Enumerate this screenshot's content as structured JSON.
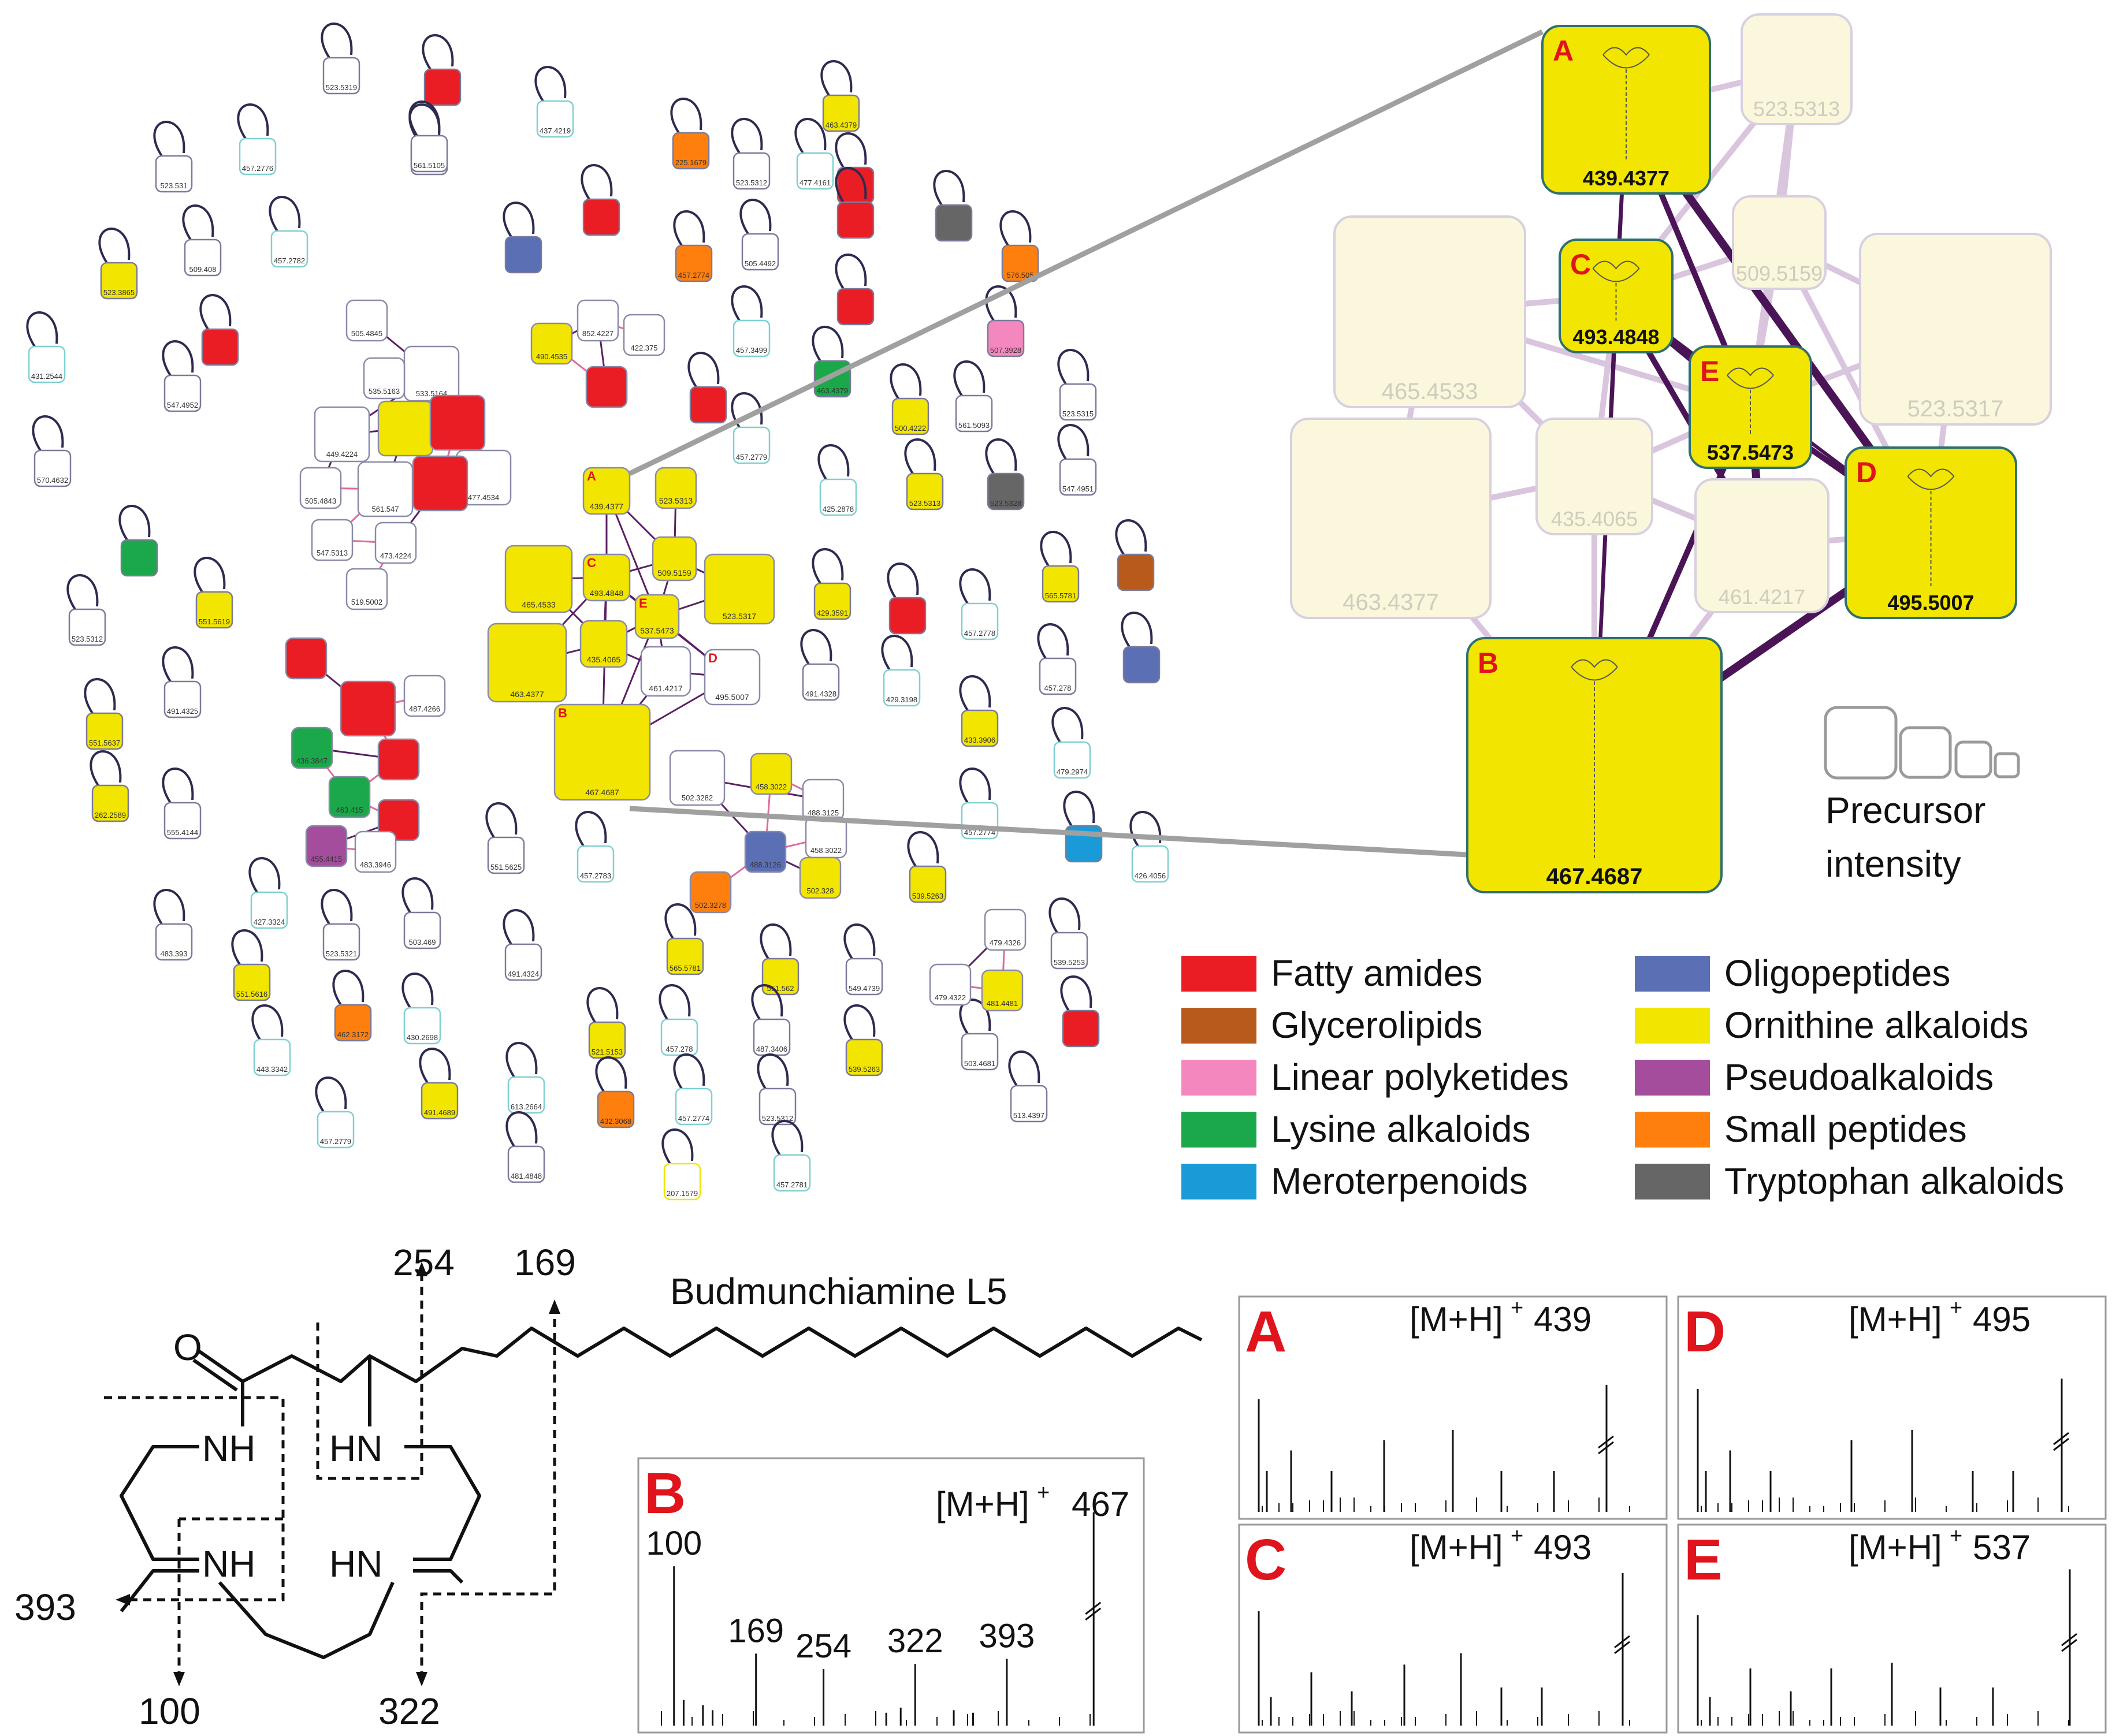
{
  "network": {
    "singletons": [
      {
        "label": "523.5319",
        "color": "#ffffff",
        "border": "#7a7a9a"
      },
      {
        "label": "",
        "color": "#ea1c24",
        "border": "#7a7a9a"
      },
      {
        "label": "437.4219",
        "color": "#ffffff",
        "border": "#7fd0d0"
      },
      {
        "label": "463.4379",
        "color": "#f2e500",
        "border": "#7a7a9a"
      },
      {
        "label": "457.2776",
        "color": "#ffffff",
        "border": "#7fd0d0"
      },
      {
        "label": "457.2781",
        "color": "#ffffff",
        "border": "#7a7a9a"
      },
      {
        "label": "561.5105",
        "color": "#ffffff",
        "border": "#7a7a9a"
      },
      {
        "label": "225.1679",
        "color": "#ff7f0e",
        "border": "#7a7a9a"
      },
      {
        "label": "477.4161",
        "color": "#ffffff",
        "border": "#7fd0d0"
      },
      {
        "label": "523.531",
        "color": "#ffffff",
        "border": "#7a7a9a"
      },
      {
        "label": "523.5312",
        "color": "#ffffff",
        "border": "#7a7a9a"
      },
      {
        "label": "",
        "color": "#ea1c24",
        "border": "#7a7a9a"
      },
      {
        "label": "457.2782",
        "color": "#ffffff",
        "border": "#7fd0d0"
      },
      {
        "label": "",
        "color": "#ea1c24",
        "border": "#7a7a9a"
      },
      {
        "label": "",
        "color": "#ea1c24",
        "border": "#7a7a9a"
      },
      {
        "label": "",
        "color": "#666666",
        "border": "#7a7a9a"
      },
      {
        "label": "509.408",
        "color": "#ffffff",
        "border": "#7a7a9a"
      },
      {
        "label": "",
        "color": "#5b6fb4",
        "border": "#7a7a9a"
      },
      {
        "label": "457.2774",
        "color": "#ff7f0e",
        "border": "#7a7a9a"
      },
      {
        "label": "505.4492",
        "color": "#ffffff",
        "border": "#7a7a9a"
      },
      {
        "label": "576.505",
        "color": "#ff7f0e",
        "border": "#7a7a9a"
      },
      {
        "label": "523.3865",
        "color": "#f2e500",
        "border": "#7a7a9a"
      },
      {
        "label": "",
        "color": "#ea1c24",
        "border": "#7a7a9a"
      },
      {
        "label": "",
        "color": "#ea1c24",
        "border": "#7a7a9a"
      },
      {
        "label": "457.3499",
        "color": "#ffffff",
        "border": "#7fd0d0"
      },
      {
        "label": "507.3928",
        "color": "#f488be",
        "border": "#7a7a9a"
      },
      {
        "label": "431.2544",
        "color": "#ffffff",
        "border": "#7fd0d0"
      },
      {
        "label": "463.4379",
        "color": "#1ba84a",
        "border": "#7a7a9a"
      },
      {
        "label": "547.4952",
        "color": "#ffffff",
        "border": "#7a7a9a"
      },
      {
        "label": "",
        "color": "#ea1c24",
        "border": "#7a7a9a"
      },
      {
        "label": "500.4222",
        "color": "#f2e500",
        "border": "#7a7a9a"
      },
      {
        "label": "561.5093",
        "color": "#ffffff",
        "border": "#7a7a9a"
      },
      {
        "label": "523.5315",
        "color": "#ffffff",
        "border": "#7a7a9a"
      },
      {
        "label": "457.2779",
        "color": "#ffffff",
        "border": "#7fd0d0"
      },
      {
        "label": "570.4632",
        "color": "#ffffff",
        "border": "#7a7a9a"
      },
      {
        "label": "425.2878",
        "color": "#ffffff",
        "border": "#7fd0d0"
      },
      {
        "label": "523.5313",
        "color": "#f2e500",
        "border": "#7a7a9a"
      },
      {
        "label": "523.5328",
        "color": "#666666",
        "border": "#7a7a9a"
      },
      {
        "label": "547.4951",
        "color": "#ffffff",
        "border": "#7a7a9a"
      },
      {
        "label": "",
        "color": "#1ba84a",
        "border": "#7a7a9a"
      },
      {
        "label": "",
        "color": "#b85a1c",
        "border": "#7a7a9a"
      },
      {
        "label": "551.5619",
        "color": "#f2e500",
        "border": "#7a7a9a"
      },
      {
        "label": "565.5781",
        "color": "#f2e500",
        "border": "#7a7a9a"
      },
      {
        "label": "429.3591",
        "color": "#f2e500",
        "border": "#7a7a9a"
      },
      {
        "label": "",
        "color": "#ea1c24",
        "border": "#7a7a9a"
      },
      {
        "label": "457.2778",
        "color": "#ffffff",
        "border": "#7fd0d0"
      },
      {
        "label": "523.5312",
        "color": "#ffffff",
        "border": "#7a7a9a"
      },
      {
        "label": "",
        "color": "#5b6fb4",
        "border": "#7a7a9a"
      },
      {
        "label": "491.4325",
        "color": "#ffffff",
        "border": "#7a7a9a"
      },
      {
        "label": "491.4328",
        "color": "#ffffff",
        "border": "#7a7a9a"
      },
      {
        "label": "429.3198",
        "color": "#ffffff",
        "border": "#7fd0d0"
      },
      {
        "label": "457.278",
        "color": "#ffffff",
        "border": "#7a7a9a"
      },
      {
        "label": "551.5637",
        "color": "#f2e500",
        "border": "#7a7a9a"
      },
      {
        "label": "433.3906",
        "color": "#f2e500",
        "border": "#7a7a9a"
      },
      {
        "label": "479.2974",
        "color": "#ffffff",
        "border": "#7fd0d0"
      },
      {
        "label": "262.2589",
        "color": "#f2e500",
        "border": "#7a7a9a"
      },
      {
        "label": "555.4144",
        "color": "#ffffff",
        "border": "#7a7a9a"
      },
      {
        "label": "457.2774",
        "color": "#ffffff",
        "border": "#7fd0d0"
      },
      {
        "label": "",
        "color": "#1a9bd7",
        "border": "#7a7a9a"
      },
      {
        "label": "426.4056",
        "color": "#ffffff",
        "border": "#7fd0d0"
      },
      {
        "label": "551.5625",
        "color": "#ffffff",
        "border": "#7a7a9a"
      },
      {
        "label": "457.2783",
        "color": "#ffffff",
        "border": "#7fd0d0"
      },
      {
        "label": "539.5263",
        "color": "#f2e500",
        "border": "#7a7a9a"
      },
      {
        "label": "427.3324",
        "color": "#ffffff",
        "border": "#7fd0d0"
      },
      {
        "label": "483.393",
        "color": "#ffffff",
        "border": "#7a7a9a"
      },
      {
        "label": "523.5321",
        "color": "#ffffff",
        "border": "#7a7a9a"
      },
      {
        "label": "503.469",
        "color": "#ffffff",
        "border": "#7a7a9a"
      },
      {
        "label": "491.4324",
        "color": "#ffffff",
        "border": "#7a7a9a"
      },
      {
        "label": "565.5781",
        "color": "#f2e500",
        "border": "#7a7a9a"
      },
      {
        "label": "551.562",
        "color": "#f2e500",
        "border": "#7a7a9a"
      },
      {
        "label": "549.4739",
        "color": "#ffffff",
        "border": "#7a7a9a"
      },
      {
        "label": "539.5253",
        "color": "#ffffff",
        "border": "#7a7a9a"
      },
      {
        "label": "551.5616",
        "color": "#f2e500",
        "border": "#7a7a9a"
      },
      {
        "label": "462.3172",
        "color": "#ff7f0e",
        "border": "#7a7a9a"
      },
      {
        "label": "430.2698",
        "color": "#ffffff",
        "border": "#7fd0d0"
      },
      {
        "label": "521.5153",
        "color": "#f2e500",
        "border": "#7a7a9a"
      },
      {
        "label": "457.278",
        "color": "#ffffff",
        "border": "#7fd0d0"
      },
      {
        "label": "487.3406",
        "color": "#ffffff",
        "border": "#7a7a9a"
      },
      {
        "label": "539.5263",
        "color": "#f2e500",
        "border": "#7a7a9a"
      },
      {
        "label": "503.4681",
        "color": "#ffffff",
        "border": "#7a7a9a"
      },
      {
        "label": "",
        "color": "#ea1c24",
        "border": "#7a7a9a"
      },
      {
        "label": "443.3342",
        "color": "#ffffff",
        "border": "#7fd0d0"
      },
      {
        "label": "613.2664",
        "color": "#ffffff",
        "border": "#7fd0d0"
      },
      {
        "label": "491.4689",
        "color": "#f2e500",
        "border": "#7a7a9a"
      },
      {
        "label": "432.3068",
        "color": "#ff7f0e",
        "border": "#7a7a9a"
      },
      {
        "label": "457.2774",
        "color": "#ffffff",
        "border": "#7fd0d0"
      },
      {
        "label": "523.5312",
        "color": "#ffffff",
        "border": "#7a7a9a"
      },
      {
        "label": "513.4397",
        "color": "#ffffff",
        "border": "#7a7a9a"
      },
      {
        "label": "457.2779",
        "color": "#ffffff",
        "border": "#7fd0d0"
      },
      {
        "label": "481.4848",
        "color": "#ffffff",
        "border": "#7a7a9a"
      },
      {
        "label": "207.1579",
        "color": "#ffffff",
        "border": "#f2e500"
      },
      {
        "label": "457.2781",
        "color": "#ffffff",
        "border": "#7fd0d0"
      }
    ],
    "clusters": [
      {
        "nodes": [
          {
            "label": "505.4845",
            "color": "#ffffff",
            "size": "s"
          },
          {
            "label": "533.5164",
            "color": "#ffffff",
            "size": "m"
          },
          {
            "label": "535.5163",
            "color": "#ffffff",
            "size": "s"
          },
          {
            "label": "449.4224",
            "color": "#ffffff",
            "size": "m"
          },
          {
            "label": "",
            "color": "#f2e500",
            "size": "m"
          },
          {
            "label": "",
            "color": "#ea1c24",
            "size": "m"
          },
          {
            "label": "477.4534",
            "color": "#ffffff",
            "size": "m"
          },
          {
            "label": "505.4843",
            "color": "#ffffff",
            "size": "s"
          },
          {
            "label": "561.547",
            "color": "#ffffff",
            "size": "m"
          },
          {
            "label": "",
            "color": "#ea1c24",
            "size": "m"
          },
          {
            "label": "547.5313",
            "color": "#ffffff",
            "size": "s"
          },
          {
            "label": "473.4224",
            "color": "#ffffff",
            "size": "s"
          },
          {
            "label": "519.5002",
            "color": "#ffffff",
            "size": "s"
          }
        ]
      },
      {
        "nodes": [
          {
            "label": "852.4227",
            "color": "#ffffff",
            "size": "s"
          },
          {
            "label": "490.4535",
            "color": "#f2e500",
            "size": "s"
          },
          {
            "label": "422.375",
            "color": "#ffffff",
            "size": "s"
          },
          {
            "label": "",
            "color": "#ea1c24",
            "size": "s"
          }
        ]
      },
      {
        "nodes": [
          {
            "label": "",
            "color": "#ea1c24",
            "size": "s"
          },
          {
            "label": "",
            "color": "#ea1c24",
            "size": "m"
          },
          {
            "label": "487.4266",
            "color": "#ffffff",
            "size": "s"
          },
          {
            "label": "436.3847",
            "color": "#1ba84a",
            "size": "s"
          },
          {
            "label": "",
            "color": "#ea1c24",
            "size": "s"
          },
          {
            "label": "463.415",
            "color": "#1ba84a",
            "size": "s"
          },
          {
            "label": "",
            "color": "#ea1c24",
            "size": "s"
          },
          {
            "label": "455.4415",
            "color": "#a34d9c",
            "size": "s"
          },
          {
            "label": "483.3946",
            "color": "#ffffff",
            "size": "s"
          }
        ]
      },
      {
        "nodes": [
          {
            "label": "502.3282",
            "color": "#ffffff",
            "size": "m"
          },
          {
            "label": "458.3022",
            "color": "#f2e500",
            "size": "s"
          },
          {
            "label": "488.3125",
            "color": "#ffffff",
            "size": "s"
          },
          {
            "label": "458.3022",
            "color": "#ffffff",
            "size": "s"
          },
          {
            "label": "488.3126",
            "color": "#5b6fb4",
            "size": "s"
          },
          {
            "label": "502.3278",
            "color": "#ff7f0e",
            "size": "s"
          },
          {
            "label": "502.328",
            "color": "#f2e500",
            "size": "s"
          }
        ]
      },
      {
        "nodes": [
          {
            "label": "479.4326",
            "color": "#ffffff",
            "size": "s"
          },
          {
            "label": "479.4322",
            "color": "#ffffff",
            "size": "s"
          },
          {
            "label": "481.4481",
            "color": "#f2e500",
            "size": "s"
          }
        ]
      }
    ],
    "main_cluster": [
      {
        "letter": "A",
        "label": "439.4377"
      },
      {
        "letter": "",
        "label": "523.5313"
      },
      {
        "letter": "",
        "label": "465.4533"
      },
      {
        "letter": "C",
        "label": "493.4848"
      },
      {
        "letter": "",
        "label": "509.5159"
      },
      {
        "letter": "",
        "label": "523.5317"
      },
      {
        "letter": "",
        "label": "463.4377"
      },
      {
        "letter": "",
        "label": "435.4065"
      },
      {
        "letter": "E",
        "label": "537.5473"
      },
      {
        "letter": "",
        "label": "461.4217"
      },
      {
        "letter": "D",
        "label": "495.5007"
      },
      {
        "letter": "B",
        "label": "467.4687"
      }
    ]
  },
  "zoom": {
    "nodes": [
      {
        "letter": "A",
        "label": "439.4377",
        "highlight": true
      },
      {
        "letter": "",
        "label": "523.5313",
        "highlight": false
      },
      {
        "letter": "C",
        "label": "493.4848",
        "highlight": true
      },
      {
        "letter": "",
        "label": "509.5159",
        "highlight": false
      },
      {
        "letter": "",
        "label": "465.4533",
        "highlight": false
      },
      {
        "letter": "",
        "label": "523.5317",
        "highlight": false
      },
      {
        "letter": "E",
        "label": "537.5473",
        "highlight": true
      },
      {
        "letter": "",
        "label": "463.4377",
        "highlight": false
      },
      {
        "letter": "",
        "label": "435.4065",
        "highlight": false
      },
      {
        "letter": "",
        "label": "461.4217",
        "highlight": false
      },
      {
        "letter": "D",
        "label": "495.5007",
        "highlight": true
      },
      {
        "letter": "B",
        "label": "467.4687",
        "highlight": true
      }
    ],
    "size_legend_title": "Precursor",
    "size_legend_title2": "intensity"
  },
  "legend": {
    "items": [
      {
        "label": "Fatty amides",
        "color": "#ea1c24"
      },
      {
        "label": "Glycerolipids",
        "color": "#b85a1c"
      },
      {
        "label": "Linear polyketides",
        "color": "#f488be"
      },
      {
        "label": "Lysine alkaloids",
        "color": "#1ba84a"
      },
      {
        "label": "Meroterpenoids",
        "color": "#1a9bd7"
      },
      {
        "label": "Oligopeptides",
        "color": "#5b6fb4"
      },
      {
        "label": "Ornithine alkaloids",
        "color": "#f2e500"
      },
      {
        "label": "Pseudoalkaloids",
        "color": "#a34d9c"
      },
      {
        "label": "Small peptides",
        "color": "#ff7f0e"
      },
      {
        "label": "Tryptophan alkaloids",
        "color": "#666666"
      }
    ]
  },
  "structure": {
    "title": "Budmunchiamine L5",
    "oxygen": "O",
    "nh_labels": [
      "NH",
      "HN",
      "NH",
      "HN"
    ],
    "fragments": [
      "254",
      "169",
      "393",
      "100",
      "322"
    ]
  },
  "spectra": [
    {
      "letter": "A",
      "ion": "[M+H]",
      "charge": "+",
      "mass": "439",
      "peak_labels": []
    },
    {
      "letter": "D",
      "ion": "[M+H]",
      "charge": "+",
      "mass": "495",
      "peak_labels": []
    },
    {
      "letter": "B",
      "ion": "[M+H]",
      "charge": "+",
      "mass": "467",
      "peak_labels": [
        "100",
        "169",
        "254",
        "322",
        "393"
      ]
    },
    {
      "letter": "C",
      "ion": "[M+H]",
      "charge": "+",
      "mass": "493",
      "peak_labels": []
    },
    {
      "letter": "E",
      "ion": "[M+H]",
      "charge": "+",
      "mass": "537",
      "peak_labels": []
    }
  ]
}
